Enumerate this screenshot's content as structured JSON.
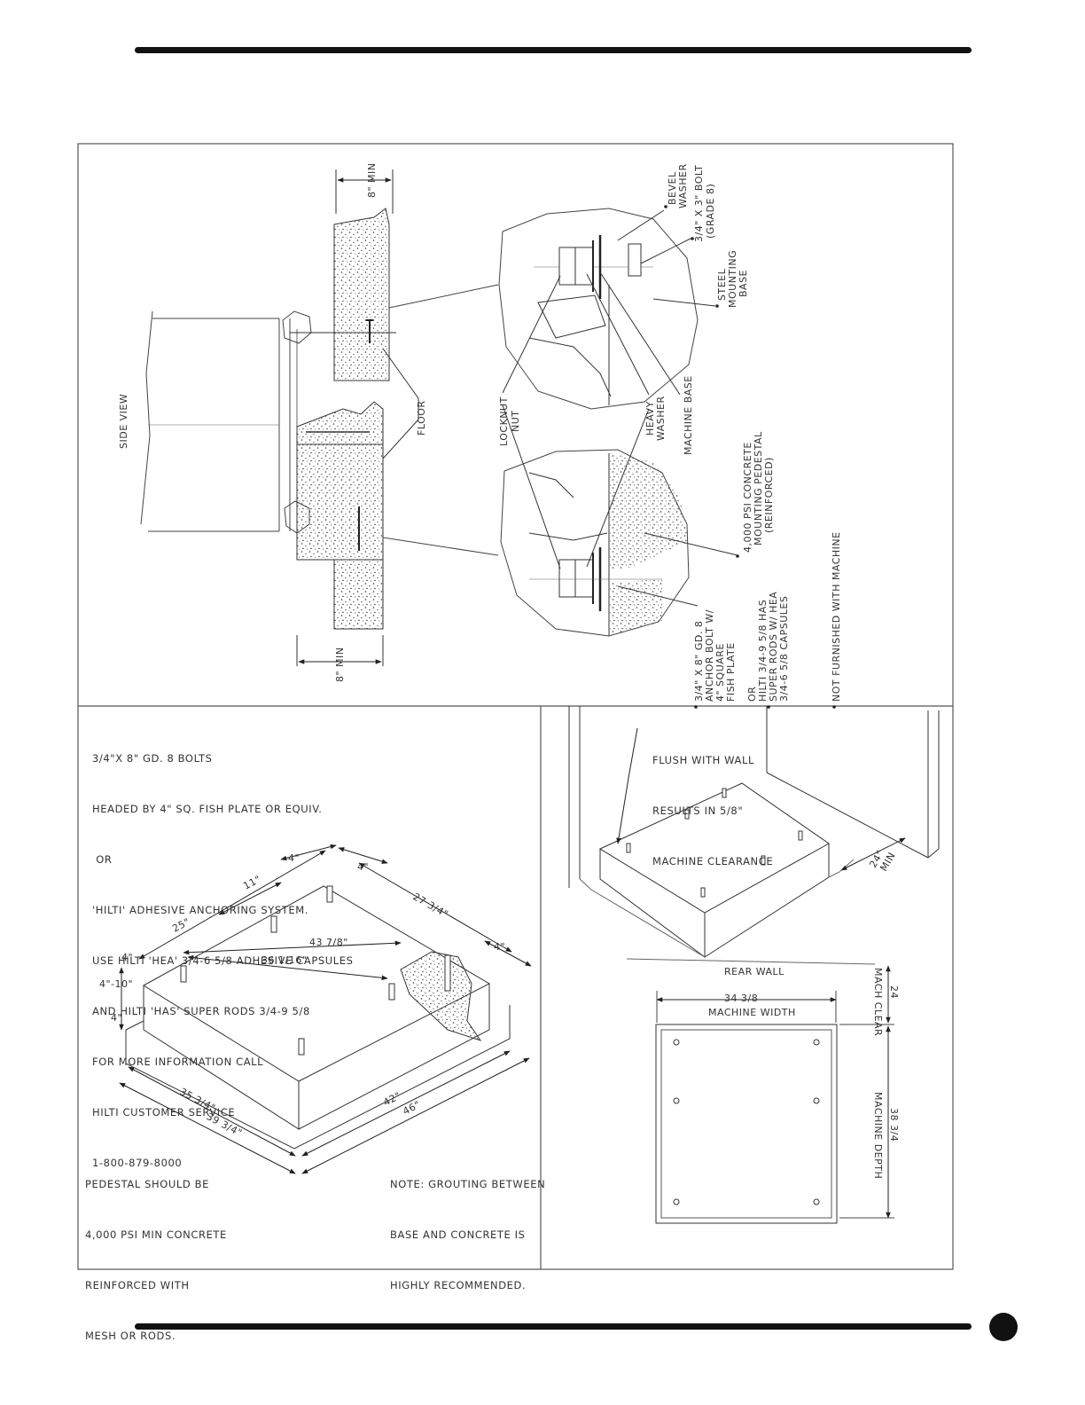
{
  "side_view": {
    "side_view_label": "SIDE VIEW",
    "min_top": "8\" MIN",
    "min_bottom": "8\" MIN",
    "floor": "FLOOR",
    "locknut": "LOCKNUT",
    "nut": "NUT",
    "heavy": "HEAVY",
    "washer": "WASHER",
    "machine_base": "MACHINE BASE",
    "bevel": "BEVEL",
    "bevel_washer": "WASHER",
    "bolt_a": "3/4\" X 3\" BOLT",
    "bolt_b": "(GRADE 8)",
    "steel_a": "STEEL",
    "steel_b": "MOUNTING",
    "steel_c": "BASE",
    "ped_a": "4,000 PSI CONCRETE",
    "ped_b": "MOUNTING PEDESTAL",
    "ped_c": "(REINFORCED)",
    "anchor_a": "3/4\" X 8\" GD. 8",
    "anchor_b": "ANCHOR BOLT W/",
    "anchor_c": "4\" SQUARE",
    "anchor_d": "FISH PLATE",
    "anchor_or": "OR",
    "hilti_a": "HILTI 3/4-9 5/8 HAS",
    "hilti_b": "SUPER RODS W/ HEA",
    "hilti_c": "3/4-6 5/8 CAPSULES",
    "not_furnished": "NOT FURNISHED WITH MACHINE"
  },
  "iso": {
    "notes": [
      "3/4\"X 8\" GD. 8 BOLTS",
      "HEADED BY 4\" SQ. FISH PLATE OR EQUIV.",
      " OR",
      "'HILTI' ADHESIVE ANCHORING SYSTEM.",
      "USE HILTI 'HEA' 3/4-6 5/8 ADHESIVE CAPSULES",
      "AND HILTI 'HAS' SUPER RODS 3/4-9 5/8",
      "FOR MORE INFORMATION CALL",
      "HILTI CUSTOMER SERVICE",
      "1-800-879-8000"
    ],
    "d_4a": "4\"",
    "d_4b": "4\"",
    "d_11": "11\"",
    "d_25": "25\"",
    "d_27": "27 3/4\"",
    "d_43": "43 7/8\"",
    "d_36": "36 1/16\"",
    "d_4c": "4\"",
    "d_4d": "4\"",
    "d_410": "4\"-10\"",
    "d_4e": "4\"",
    "d_35": "35 3/4\"",
    "d_39": "39 3/4\"",
    "d_42": "42\"",
    "d_46": "46\"",
    "pedestal_note": [
      "PEDESTAL SHOULD BE",
      "4,000 PSI MIN CONCRETE",
      "REINFORCED WITH",
      "MESH OR RODS."
    ],
    "grout_note": [
      "NOTE: GROUTING BETWEEN",
      "BASE AND CONCRETE IS",
      "HIGHLY RECOMMENDED."
    ]
  },
  "plan": {
    "flush_note": [
      "FLUSH WITH WALL",
      "RESULTS IN 5/8\"",
      "MACHINE CLEARANCE"
    ],
    "min24_a": "24\"",
    "min24_b": "MIN",
    "rear_wall": "REAR WALL",
    "width_a": "34 3/8",
    "width_b": "MACHINE WIDTH",
    "clear_a": "24",
    "clear_b": "MACH CLEAR",
    "depth_a": "38 3/4",
    "depth_b": "MACHINE DEPTH"
  }
}
